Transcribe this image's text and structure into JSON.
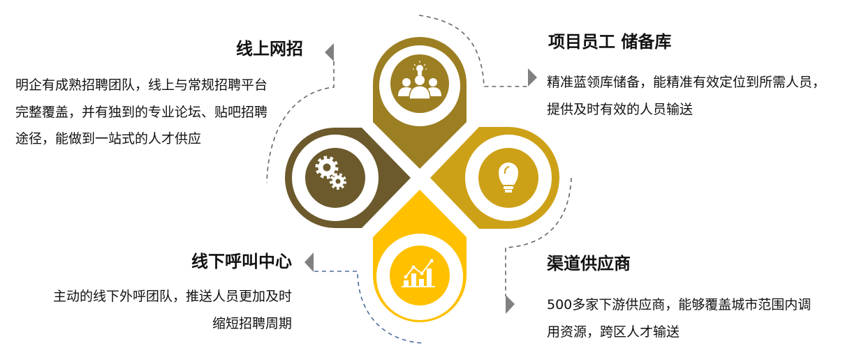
{
  "colors": {
    "top": "#9C7F22",
    "left": "#6C5A2D",
    "right": "#CDA117",
    "bottom": "#FFC000",
    "arrow": "#808080",
    "dash_gray": "#666666",
    "dash_blue": "#4A6E9B"
  },
  "sections": {
    "online": {
      "title": "线上网招",
      "lines": [
        "明企有成熟招聘团队，线上与常规招聘平台",
        "完整覆盖，并有独到的专业论坛、贴吧招聘",
        "途径，能做到一站式的人才供应"
      ],
      "icon": "gears-icon"
    },
    "reserve": {
      "title": "项目员工 储备库",
      "lines": [
        "精准蓝领库储备，能精准有效定位到所需人员，",
        "提供及时有效的人员输送"
      ],
      "icon": "team-idea-icon"
    },
    "callcenter": {
      "title": "线下呼叫中心",
      "lines": [
        "主动的线下外呼团队，推送人员更加及时",
        "缩短招聘周期"
      ],
      "icon": "growth-chart-icon"
    },
    "suppliers": {
      "title": "渠道供应商",
      "lines": [
        "500多家下游供应商，能够覆盖城市范围内调",
        "用资源，跨区人才输送"
      ],
      "icon": "lightbulb-icon"
    }
  }
}
